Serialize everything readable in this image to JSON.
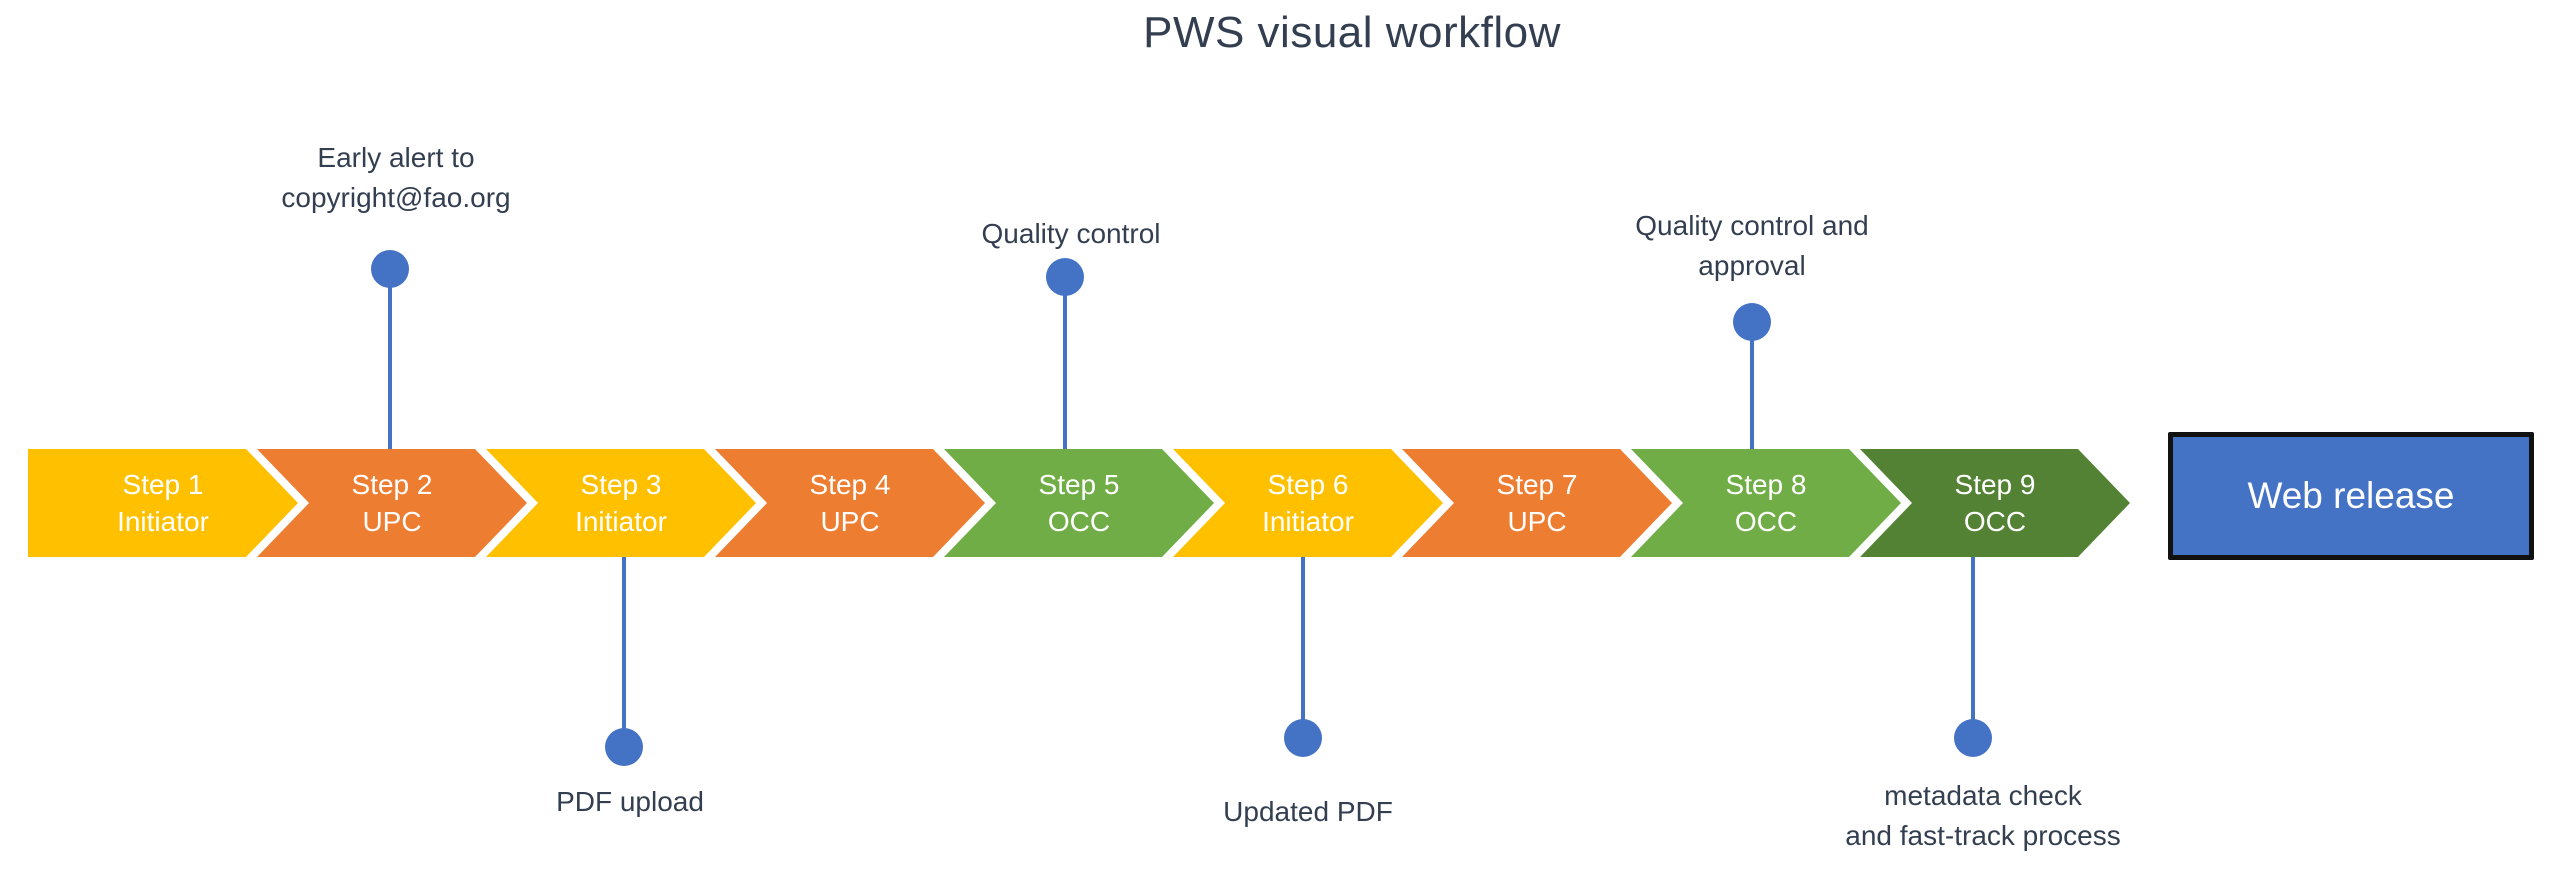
{
  "title": "PWS visual workflow",
  "colors": {
    "step_yellow": "#FFC000",
    "step_orange": "#ED7D31",
    "step_green": "#70AD47",
    "step_dark_green": "#548235",
    "accent_blue": "#4472C4",
    "text_dark": "#333F50",
    "step_text": "#FFFFFF",
    "end_box_border": "#111111",
    "background": "#FFFFFF"
  },
  "steps": [
    {
      "label": "Step 1",
      "role": "Initiator",
      "color": "#FFC000"
    },
    {
      "label": "Step 2",
      "role": "UPC",
      "color": "#ED7D31"
    },
    {
      "label": "Step 3",
      "role": "Initiator",
      "color": "#FFC000"
    },
    {
      "label": "Step 4",
      "role": "UPC",
      "color": "#ED7D31"
    },
    {
      "label": "Step 5",
      "role": "OCC",
      "color": "#70AD47"
    },
    {
      "label": "Step 6",
      "role": "Initiator",
      "color": "#FFC000"
    },
    {
      "label": "Step 7",
      "role": "UPC",
      "color": "#ED7D31"
    },
    {
      "label": "Step 8",
      "role": "OCC",
      "color": "#70AD47"
    },
    {
      "label": "Step 9",
      "role": "OCC",
      "color": "#548235"
    }
  ],
  "end_box": {
    "label": "Web release",
    "fill": "#4472C4"
  },
  "callouts": [
    {
      "line1": "Early alert to",
      "line2": "copyright@fao.org",
      "attached_to": "Step 2",
      "position": "top"
    },
    {
      "line1": "Quality control",
      "line2": "",
      "attached_to": "Step 5",
      "position": "top"
    },
    {
      "line1": "Quality control and",
      "line2": "approval",
      "attached_to": "Step 8",
      "position": "top"
    },
    {
      "line1": "PDF upload",
      "line2": "",
      "attached_to": "Step 3",
      "position": "bottom"
    },
    {
      "line1": "Updated PDF",
      "line2": "",
      "attached_to": "Step 6",
      "position": "bottom"
    },
    {
      "line1": "metadata check",
      "line2": "and fast-track process",
      "attached_to": "Step 9",
      "position": "bottom"
    }
  ]
}
